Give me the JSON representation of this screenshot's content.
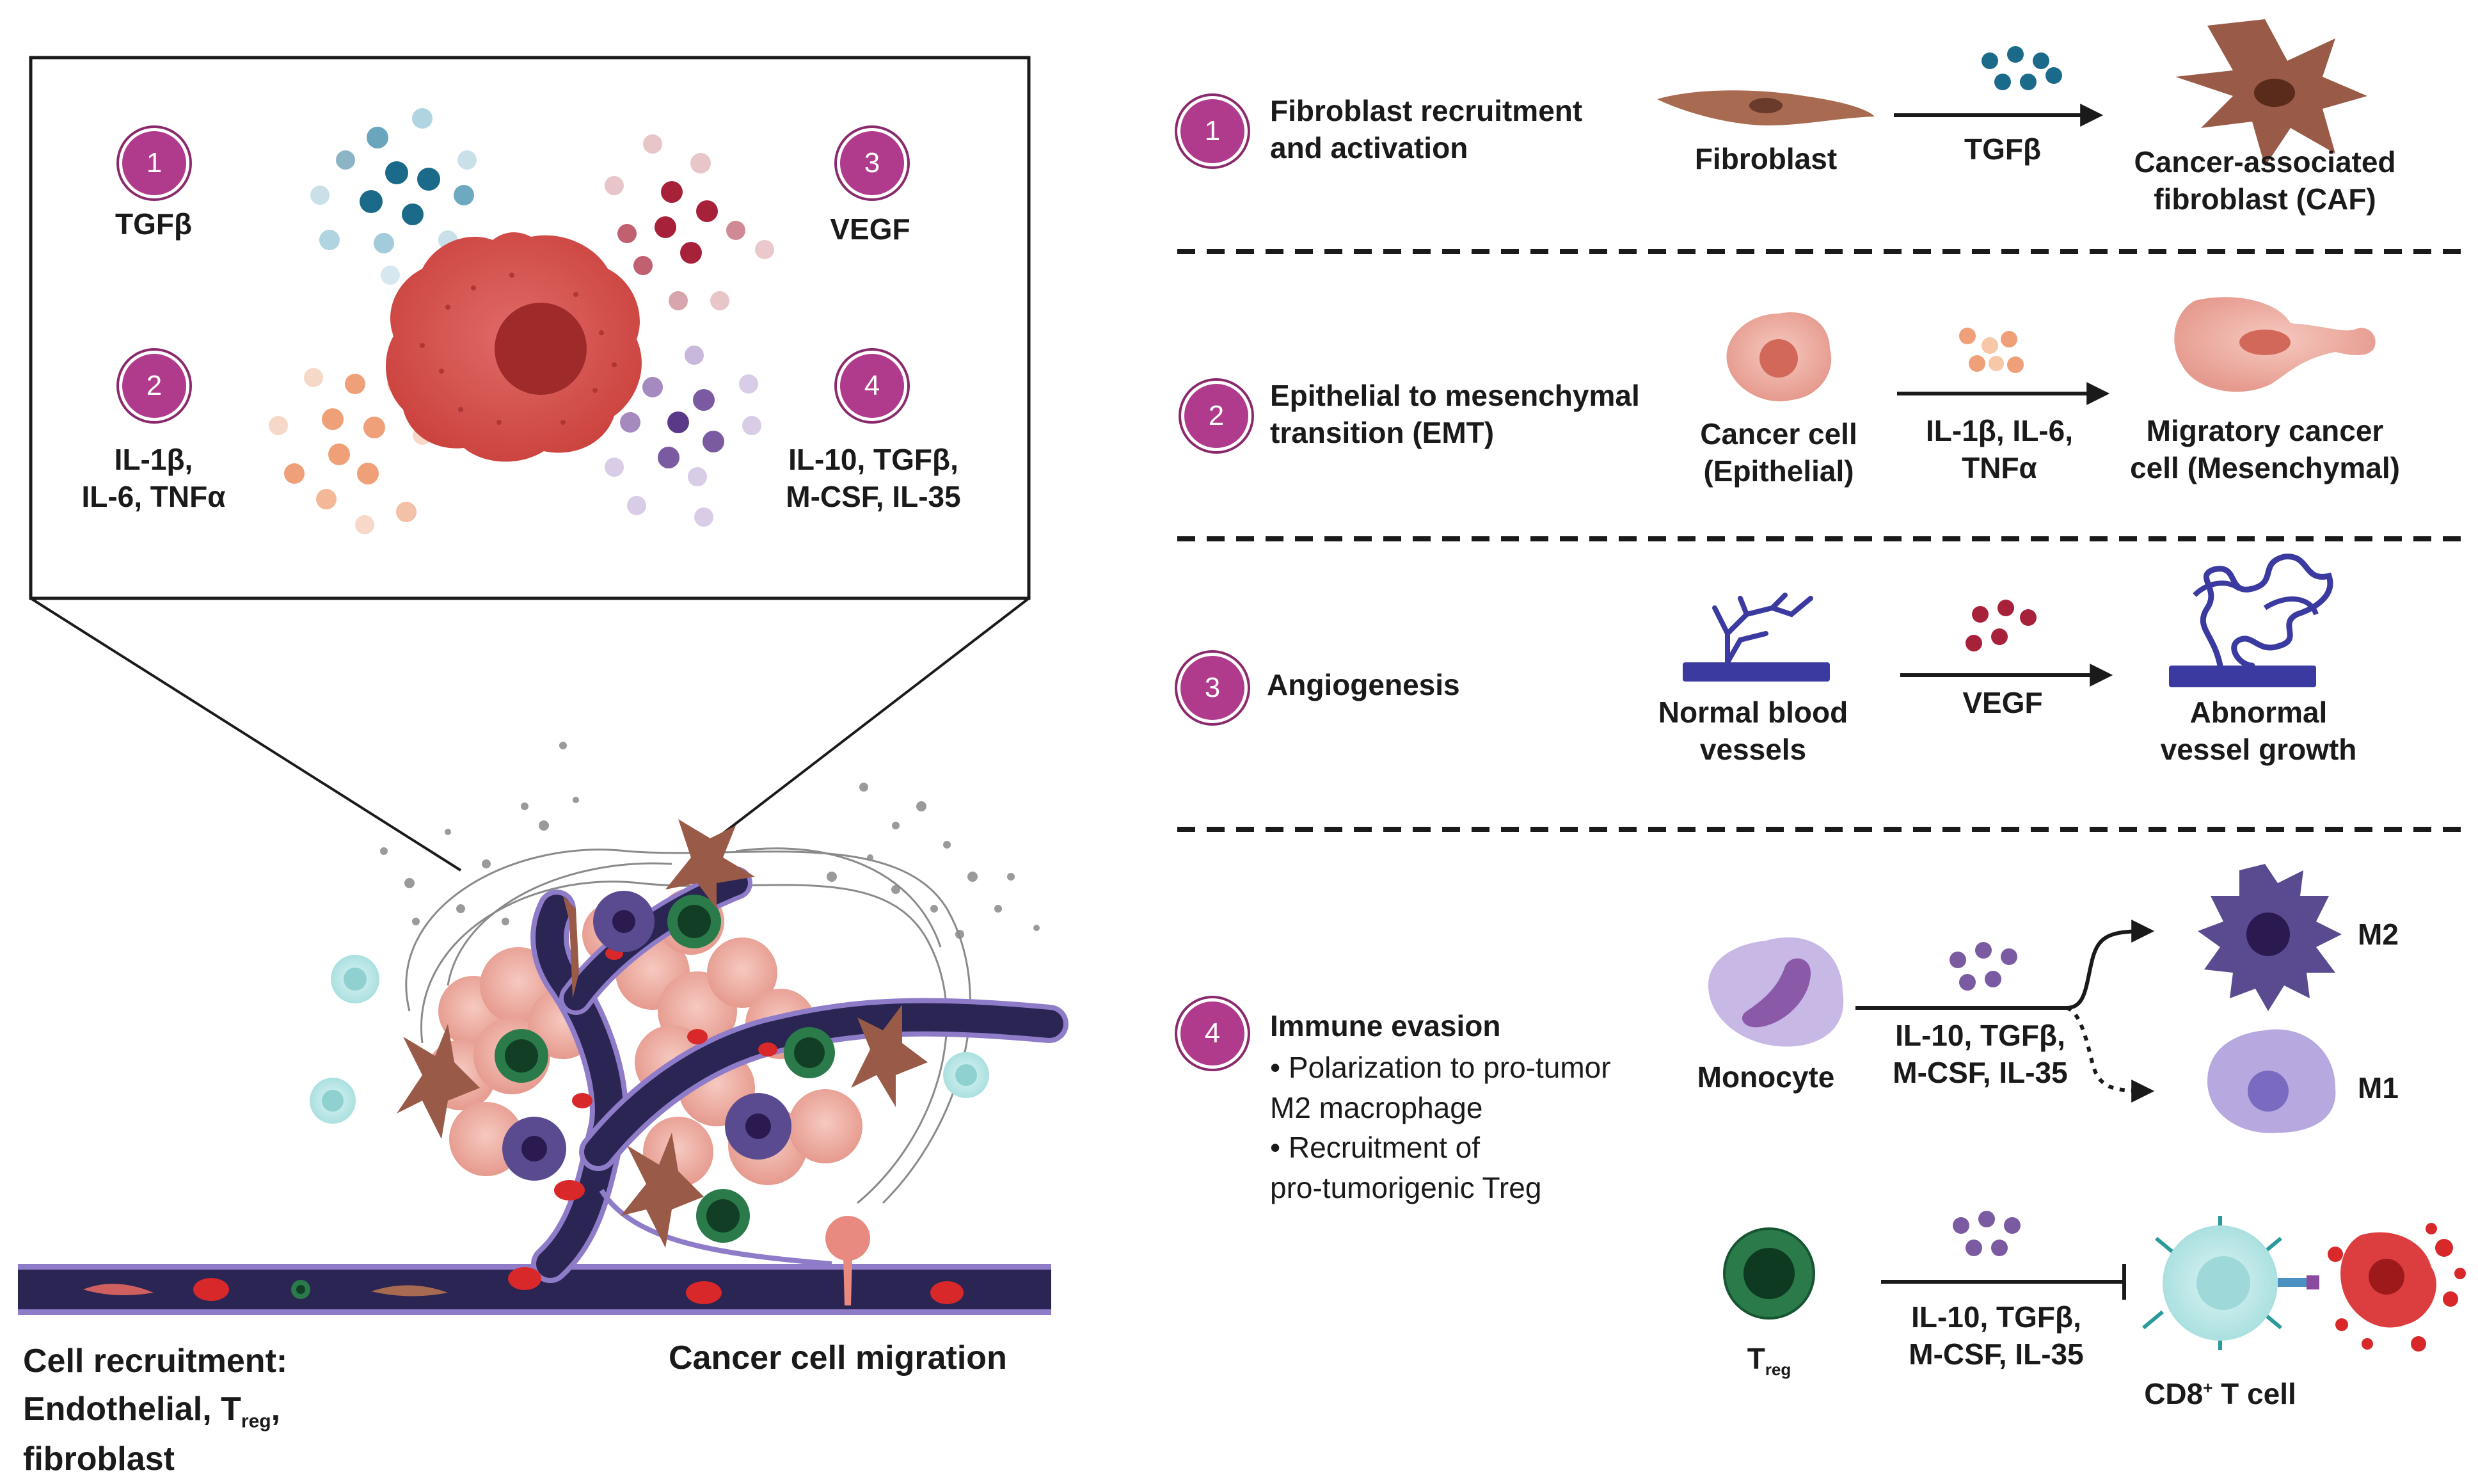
{
  "inset": {
    "items": [
      {
        "num": "1",
        "label": "TGFβ"
      },
      {
        "num": "2",
        "label_line1": "IL-1β,",
        "label_line2": "IL-6, TNFα"
      },
      {
        "num": "3",
        "label": "VEGF"
      },
      {
        "num": "4",
        "label_line1": "IL-10, TGFβ,",
        "label_line2": "M-CSF, IL-35"
      }
    ]
  },
  "tumor": {
    "recruitment_line1": "Cell recruitment:",
    "recruitment_line2_a": "Endothelial, T",
    "recruitment_line2_sub": "reg",
    "recruitment_line2_b": ",",
    "recruitment_line3": "fibroblast",
    "migration": "Cancer cell migration"
  },
  "rows": [
    {
      "num": "1",
      "title_line1": "Fibroblast recruitment",
      "title_line2": "and activation",
      "left_label": "Fibroblast",
      "arrow_label": "TGFβ",
      "right_line1": "Cancer-associated",
      "right_line2": "fibroblast (CAF)"
    },
    {
      "num": "2",
      "title_line1": "Epithelial to mesenchymal",
      "title_line2": "transition (EMT)",
      "left_line1": "Cancer cell",
      "left_line2": "(Epithelial)",
      "arrow_line1": "IL-1β, IL-6,",
      "arrow_line2": "TNFα",
      "right_line1": "Migratory cancer",
      "right_line2": "cell (Mesenchymal)"
    },
    {
      "num": "3",
      "title": "Angiogenesis",
      "left_line1": "Normal blood",
      "left_line2": "vessels",
      "arrow_label": "VEGF",
      "right_line1": "Abnormal",
      "right_line2": "vessel growth"
    },
    {
      "num": "4",
      "title": "Immune evasion",
      "bullet1_line1": "• Polarization to pro-tumor",
      "bullet1_line2": "M2 macrophage",
      "bullet2_line1": "• Recruitment of",
      "bullet2_line2": "pro-tumorigenic Treg",
      "monocyte": "Monocyte",
      "arrow_line1": "IL-10, TGFβ,",
      "arrow_line2": "M-CSF, IL-35",
      "m2": "M2",
      "m1": "M1",
      "treg_main": "T",
      "treg_sub": "reg",
      "inhibit_line1": "IL-10, TGFβ,",
      "inhibit_line2": "M-CSF, IL-35",
      "cd8_main": "CD8",
      "cd8_sup": "+",
      "cd8_rest": " T cell"
    }
  ],
  "colors": {
    "badge": "#b03a8c",
    "tgfb": "#1b6a8a",
    "vegf": "#a8213a",
    "il1": "#f0a078",
    "il10": "#7a5aa0",
    "vessel": "#2a2552",
    "vessel_edge": "#8e7cc8",
    "cancer": "#d9534f",
    "fibroblast": "#8a4a3a"
  },
  "icons": [
    "tumor-cell-icon",
    "fibroblast-icon",
    "caf-icon",
    "epithelial-cell-icon",
    "mesenchymal-cell-icon",
    "blood-vessel-icon",
    "abnormal-vessel-icon",
    "monocyte-icon",
    "m2-macrophage-icon",
    "m1-macrophage-icon",
    "treg-cell-icon",
    "cd8-t-cell-icon",
    "dead-cancer-cell-icon"
  ]
}
